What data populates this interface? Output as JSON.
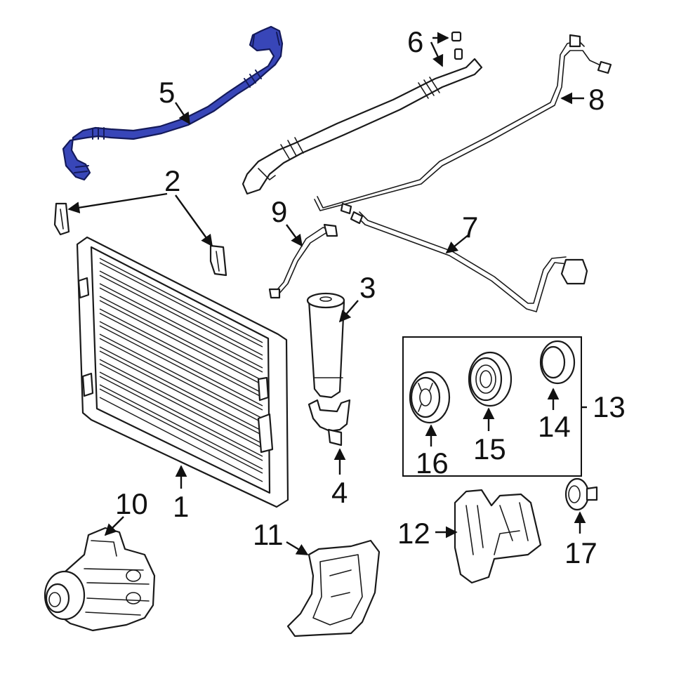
{
  "diagram": {
    "highlight_color": "#3846b8",
    "callouts": [
      {
        "id": "c1",
        "label": "1"
      },
      {
        "id": "c2",
        "label": "2"
      },
      {
        "id": "c3",
        "label": "3"
      },
      {
        "id": "c4",
        "label": "4"
      },
      {
        "id": "c5",
        "label": "5"
      },
      {
        "id": "c6",
        "label": "6"
      },
      {
        "id": "c7",
        "label": "7"
      },
      {
        "id": "c8",
        "label": "8"
      },
      {
        "id": "c9",
        "label": "9"
      },
      {
        "id": "c10",
        "label": "10"
      },
      {
        "id": "c11",
        "label": "11"
      },
      {
        "id": "c12",
        "label": "12"
      },
      {
        "id": "c13",
        "label": "13"
      },
      {
        "id": "c14",
        "label": "14"
      },
      {
        "id": "c15",
        "label": "15"
      },
      {
        "id": "c16",
        "label": "16"
      },
      {
        "id": "c17",
        "label": "17"
      }
    ]
  }
}
